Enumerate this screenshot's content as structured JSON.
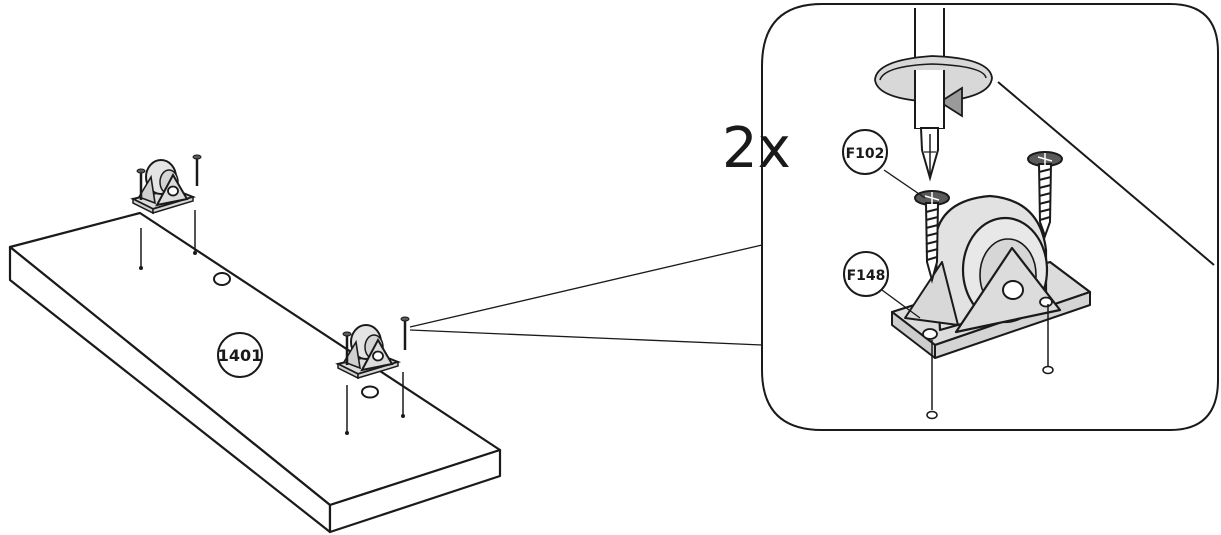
{
  "board": {
    "part_label": "1401"
  },
  "detail": {
    "quantity": "2x",
    "screw_label": "F102",
    "caster_label": "F148",
    "tool": "phillips-screwdriver",
    "rotation": "clockwise"
  },
  "colors": {
    "line": "#1a1a1a",
    "fill_light": "#dcdcdc",
    "fill_white": "#ffffff",
    "screw_fill": "#5a5a5a"
  }
}
